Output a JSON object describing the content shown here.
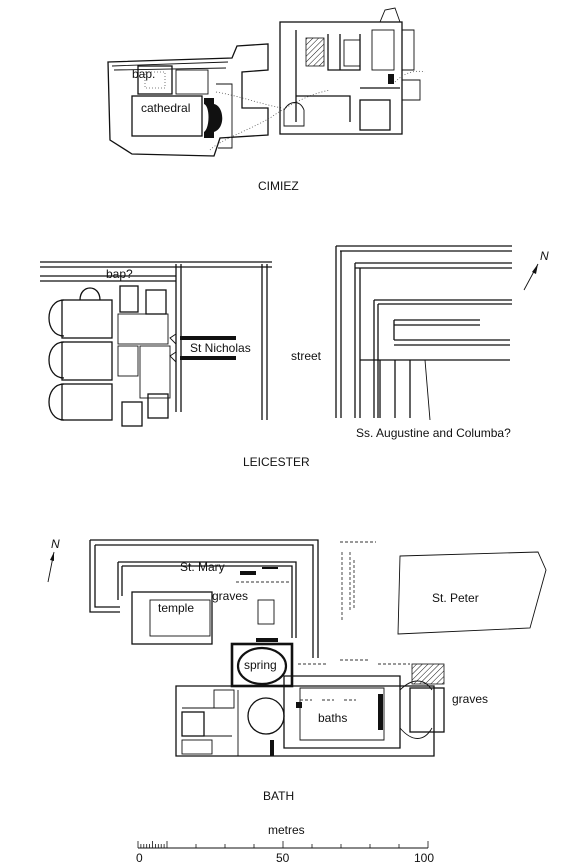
{
  "plans": {
    "cimiez": {
      "title": "CIMIEZ",
      "labels": {
        "baptistery": "bap.",
        "cathedral": "cathedral"
      }
    },
    "leicester": {
      "title": "LEICESTER",
      "labels": {
        "baptistery": "bap?",
        "church": "St Nicholas",
        "street": "street",
        "other_church": "Ss. Augustine and Columba?"
      },
      "north": "N"
    },
    "bath": {
      "title": "BATH",
      "labels": {
        "st_mary": "St. Mary",
        "graves_west": "graves",
        "temple": "temple",
        "st_peter": "St. Peter",
        "spring": "spring",
        "baths": "baths",
        "graves_east": "graves"
      },
      "north": "N"
    }
  },
  "scale": {
    "unit": "metres",
    "ticks": [
      "0",
      "50",
      "100"
    ]
  }
}
